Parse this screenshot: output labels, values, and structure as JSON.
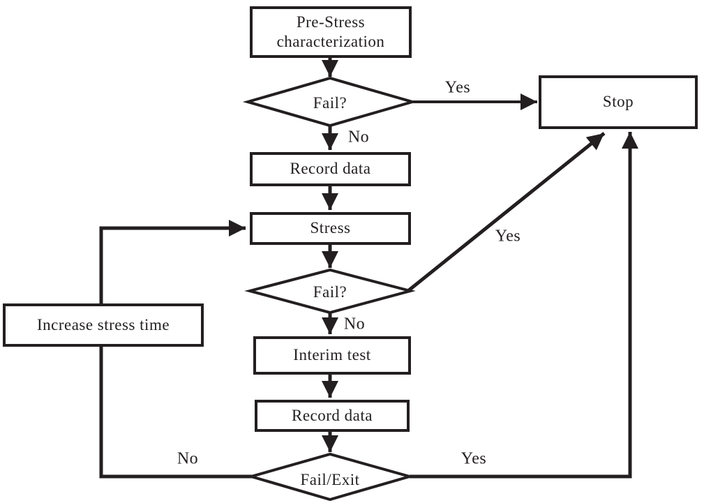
{
  "flowchart": {
    "type": "flowchart",
    "colors": {
      "stroke": "#231f20",
      "background": "#ffffff"
    },
    "nodes": {
      "pre_stress": {
        "label": "Pre-Stress characterization",
        "shape": "rect"
      },
      "fail1": {
        "label": "Fail?",
        "shape": "diamond"
      },
      "stop": {
        "label": "Stop",
        "shape": "rect"
      },
      "record1": {
        "label": "Record data",
        "shape": "rect"
      },
      "stress": {
        "label": "Stress",
        "shape": "rect"
      },
      "fail2": {
        "label": "Fail?",
        "shape": "diamond"
      },
      "interim": {
        "label": "Interim test",
        "shape": "rect"
      },
      "record2": {
        "label": "Record data",
        "shape": "rect"
      },
      "fail_exit": {
        "label": "Fail/Exit",
        "shape": "diamond"
      },
      "increase": {
        "label": "Increase stress time",
        "shape": "rect"
      }
    },
    "edge_labels": {
      "fail1_yes": "Yes",
      "fail1_no": "No",
      "fail2_yes": "Yes",
      "fail2_no": "No",
      "fail_exit_yes": "Yes",
      "fail_exit_no": "No"
    },
    "edges": [
      {
        "from": "pre_stress",
        "to": "fail1",
        "label": ""
      },
      {
        "from": "fail1",
        "to": "stop",
        "label": "Yes"
      },
      {
        "from": "fail1",
        "to": "record1",
        "label": "No"
      },
      {
        "from": "record1",
        "to": "stress",
        "label": ""
      },
      {
        "from": "stress",
        "to": "fail2",
        "label": ""
      },
      {
        "from": "fail2",
        "to": "stop",
        "label": "Yes"
      },
      {
        "from": "fail2",
        "to": "interim",
        "label": "No"
      },
      {
        "from": "interim",
        "to": "record2",
        "label": ""
      },
      {
        "from": "record2",
        "to": "fail_exit",
        "label": ""
      },
      {
        "from": "fail_exit",
        "to": "increase",
        "label": "No"
      },
      {
        "from": "increase",
        "to": "stress",
        "label": ""
      },
      {
        "from": "fail_exit",
        "to": "stop",
        "label": "Yes"
      }
    ]
  }
}
